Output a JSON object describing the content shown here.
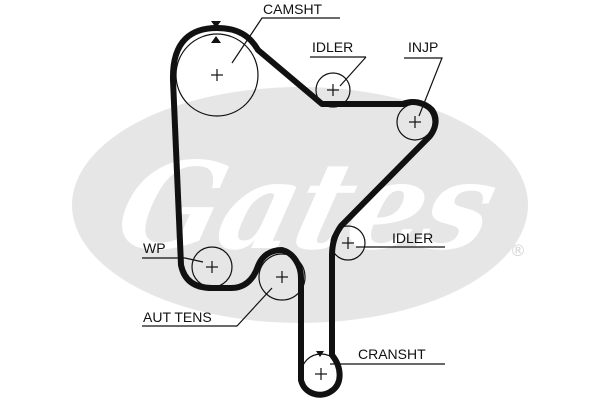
{
  "brand": {
    "logo_text": "Gates",
    "registered_mark": "®",
    "logo_color": "#e6e6e6"
  },
  "diagram": {
    "labels": {
      "camshaft": "CAMSHT",
      "idler_top": "IDLER",
      "injection_pump": "INJP",
      "idler_right": "IDLER",
      "water_pump": "WP",
      "auto_tensioner": "AUT TENS",
      "crankshaft": "CRANSHT"
    },
    "colors": {
      "belt": "#111111",
      "line": "#111111"
    }
  }
}
